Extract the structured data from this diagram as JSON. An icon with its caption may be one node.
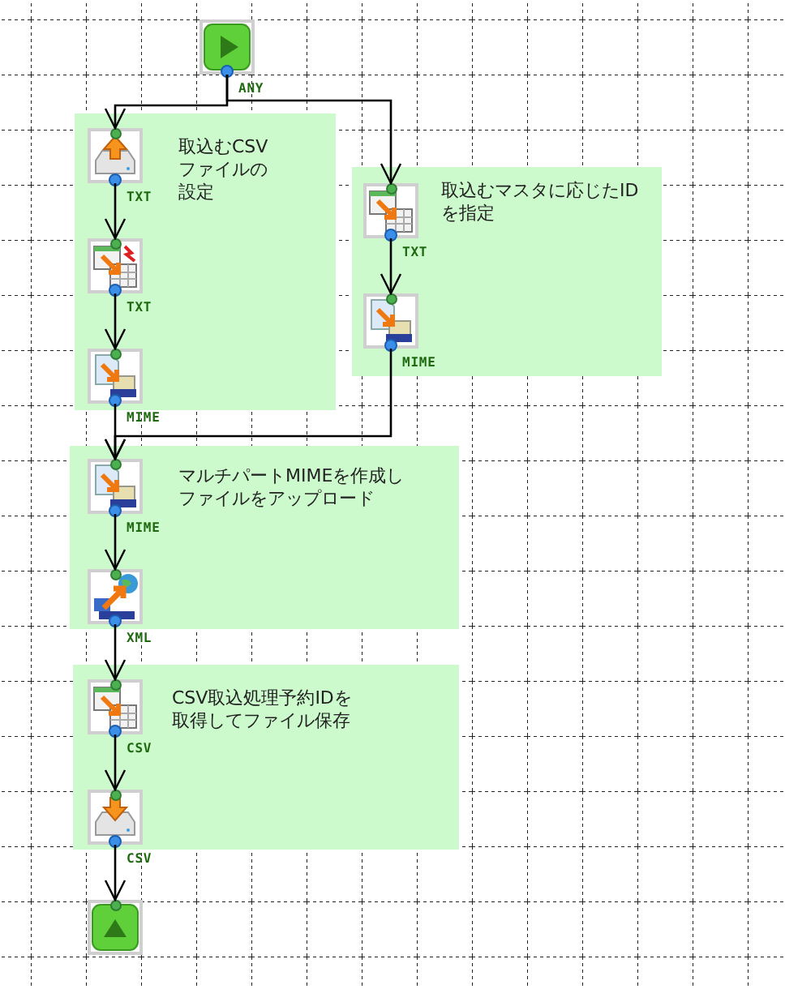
{
  "diagram": {
    "nodes": [
      {
        "text": [],
        "shape": "box",
        "beside": [
          "ANY"
        ]
      },
      {
        "text": [
          "取込むCSVファイルの設定"
        ]
      },
      {
        "text": [],
        "shape": "box",
        "in": 1,
        "beside": [
          "TXT"
        ]
      },
      {
        "text": [],
        "shape": "box",
        "in": 1,
        "beside": [
          "TXT"
        ]
      },
      {
        "text": [],
        "shape": "box",
        "in": 1,
        "beside": [
          "MIME"
        ]
      },
      {
        "text": [
          "取込むマスタに応じたIDを指定"
        ]
      },
      {
        "text": [],
        "shape": "box",
        "in": 5,
        "beside": [
          "TXT"
        ]
      },
      {
        "text": [],
        "shape": "box",
        "in": 5,
        "beside": [
          "MIME"
        ]
      },
      {
        "text": [
          "マルチパートMIMEを作成しファイルをアップロード"
        ]
      },
      {
        "text": [],
        "shape": "box",
        "in": 8,
        "beside": [
          "MIME"
        ]
      },
      {
        "text": [],
        "shape": "box",
        "in": 8,
        "beside": [
          "XML"
        ]
      },
      {
        "text": [
          "CSV取込処理予約IDを取得してファイル保存"
        ]
      },
      {
        "text": [],
        "shape": "box",
        "in": 11,
        "beside": [
          "CSV"
        ]
      },
      {
        "text": [],
        "shape": "box",
        "in": 11,
        "beside": [
          "CSV"
        ]
      },
      {
        "text": [],
        "shape": "box"
      }
    ],
    "edges": [
      {
        "from": 0,
        "to": 2,
        "arrow": "to"
      },
      {
        "from": 0,
        "to": 6,
        "arrow": "to"
      },
      {
        "from": 2,
        "to": 3,
        "arrow": "to"
      },
      {
        "from": 3,
        "to": 4,
        "arrow": "to"
      },
      {
        "from": 6,
        "to": 7,
        "arrow": "to"
      },
      {
        "from": 4,
        "to": 9,
        "arrow": "to"
      },
      {
        "from": 7,
        "to": 9,
        "arrow": "to"
      },
      {
        "from": 9,
        "to": 10,
        "arrow": "to"
      },
      {
        "from": 10,
        "to": 12,
        "arrow": "to"
      },
      {
        "from": 12,
        "to": 13,
        "arrow": "to"
      },
      {
        "from": 13,
        "to": 14,
        "arrow": "to"
      }
    ]
  }
}
